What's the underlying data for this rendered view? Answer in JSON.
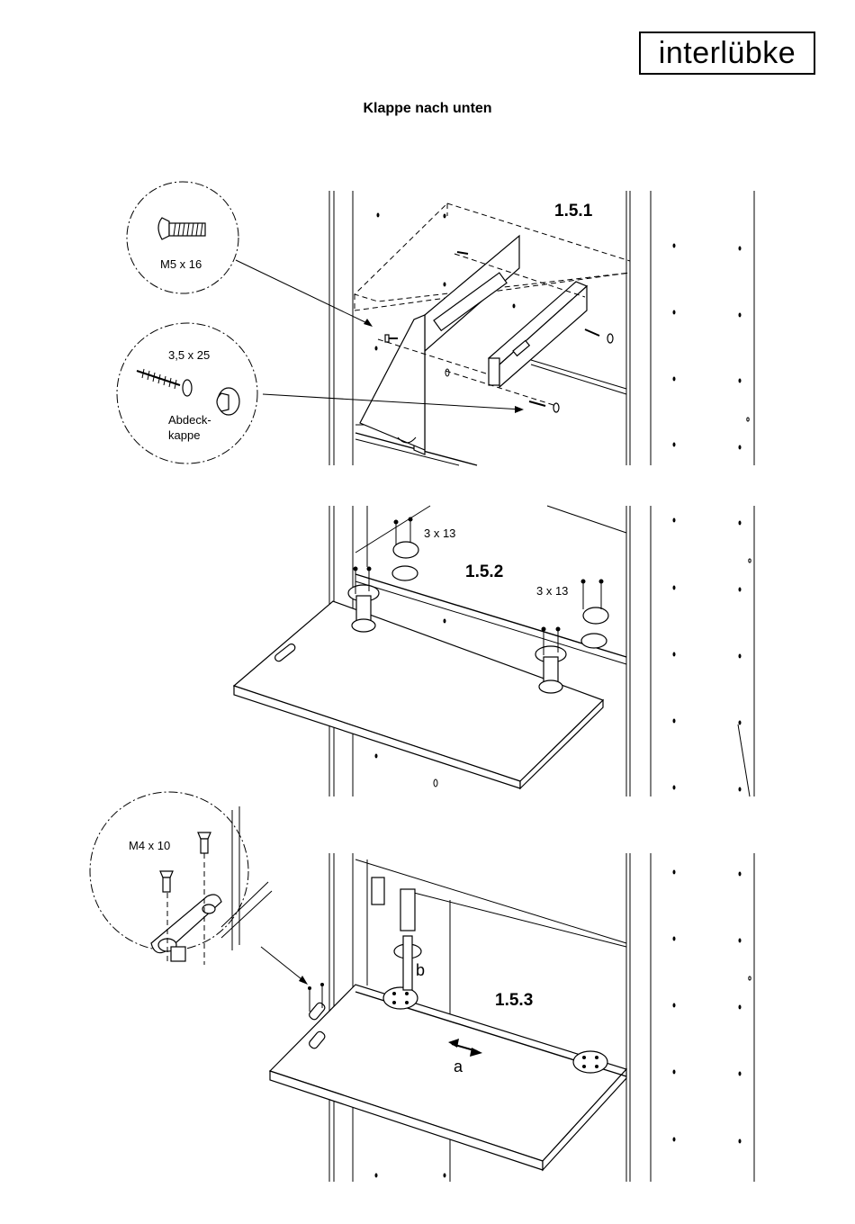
{
  "brand": "interlübke",
  "title": "Klappe nach unten",
  "steps": {
    "s1": {
      "number": "1.5.1",
      "screw_machine": "M5 x 16",
      "screw_wood": "3,5 x 25",
      "cap_label_line1": "Abdeck-",
      "cap_label_line2": "kappe"
    },
    "s2": {
      "number": "1.5.2",
      "screw_left": "3 x 13",
      "screw_right": "3 x 13"
    },
    "s3": {
      "number": "1.5.3",
      "screw_detail": "M4 x 10",
      "label_a": "a",
      "label_b": "b"
    }
  }
}
